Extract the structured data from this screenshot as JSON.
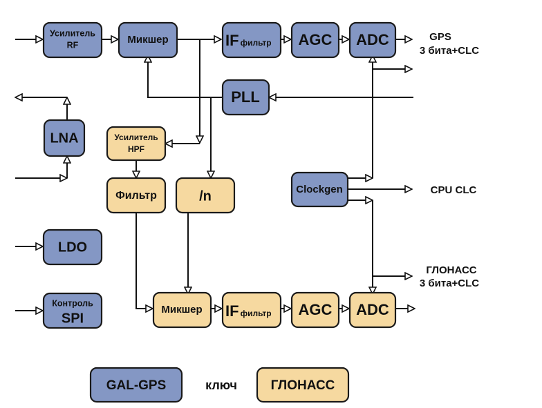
{
  "diagram": {
    "blocks": {
      "rf_amp": {
        "line1": "Усилитель",
        "line2": "RF",
        "group": "GAL-GPS"
      },
      "mixer_gps": {
        "label": "Микшер",
        "group": "GAL-GPS"
      },
      "if_gps": {
        "big": "IF",
        "small": "фильтр",
        "group": "GAL-GPS"
      },
      "agc_gps": {
        "label": "AGC",
        "group": "GAL-GPS"
      },
      "adc_gps": {
        "label": "ADC",
        "group": "GAL-GPS"
      },
      "pll": {
        "label": "PLL",
        "group": "GAL-GPS"
      },
      "lna": {
        "label": "LNA",
        "group": "GAL-GPS"
      },
      "hpf_amp": {
        "line1": "Усилитель",
        "line2": "HPF",
        "group": "ГЛОНАСС"
      },
      "filter": {
        "label": "Фильтр",
        "group": "ГЛОНАСС"
      },
      "div_n": {
        "label": "/n",
        "group": "ГЛОНАСС"
      },
      "clockgen": {
        "label": "Clockgen",
        "group": "GAL-GPS"
      },
      "ldo": {
        "label": "LDO",
        "group": "GAL-GPS"
      },
      "spi": {
        "line1": "Контроль",
        "line2": "SPI",
        "group": "GAL-GPS"
      },
      "mixer_glo": {
        "label": "Микшер",
        "group": "ГЛОНАСС"
      },
      "if_glo": {
        "big": "IF",
        "small": "фильтр",
        "group": "ГЛОНАСС"
      },
      "agc_glo": {
        "label": "AGC",
        "group": "ГЛОНАСС"
      },
      "adc_glo": {
        "label": "ADC",
        "group": "ГЛОНАСС"
      }
    },
    "outputs": {
      "gps": {
        "line1": "GPS",
        "line2": "3 бита+CLC"
      },
      "cpu": {
        "label": "CPU CLC"
      },
      "glonass": {
        "line1": "ГЛОНАСС",
        "line2": "3 бита+CLC"
      }
    },
    "legend": {
      "gps_label": "GAL-GPS",
      "key_label": "ключ",
      "glonass_label": "ГЛОНАСС"
    },
    "colors": {
      "gal_gps": "#8497c4",
      "glonass": "#f6d9a0",
      "line": "#111111"
    }
  }
}
